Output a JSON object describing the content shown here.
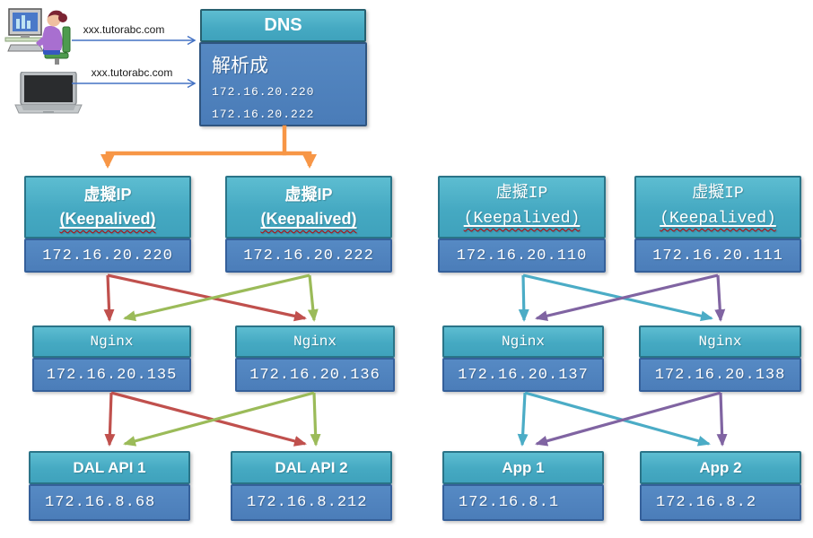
{
  "clients": {
    "desktop_request_label": "xxx.tutorabc.com",
    "laptop_request_label": "xxx.tutorabc.com"
  },
  "dns": {
    "title": "DNS",
    "resolve_label": "解析成",
    "resolved_ips": [
      "172.16.20.220",
      "172.16.20.222"
    ]
  },
  "nodes": {
    "vip_left_1": {
      "title": "虚擬IP",
      "subtitle": "(Keepalived)",
      "ip": "172.16.20.220"
    },
    "vip_left_2": {
      "title": "虚擬IP",
      "subtitle": "(Keepalived)",
      "ip": "172.16.20.222"
    },
    "vip_right_1": {
      "title": "虚擬IP",
      "subtitle": "(Keepalived)",
      "ip": "172.16.20.110"
    },
    "vip_right_2": {
      "title": "虚擬IP",
      "subtitle": "(Keepalived)",
      "ip": "172.16.20.111"
    },
    "nginx_1": {
      "title": "Nginx",
      "ip": "172.16.20.135"
    },
    "nginx_2": {
      "title": "Nginx",
      "ip": "172.16.20.136"
    },
    "nginx_3": {
      "title": "Nginx",
      "ip": "172.16.20.137"
    },
    "nginx_4": {
      "title": "Nginx",
      "ip": "172.16.20.138"
    },
    "dal_1": {
      "title": "DAL API 1",
      "ip": "172.16.8.68"
    },
    "dal_2": {
      "title": "DAL API 2",
      "ip": "172.16.8.212"
    },
    "app_1": {
      "title": "App 1",
      "ip": "172.16.8.1"
    },
    "app_2": {
      "title": "App 2",
      "ip": "172.16.8.2"
    }
  },
  "icons": {
    "desktop_user": "person-at-desktop-icon",
    "laptop": "laptop-icon"
  },
  "colors": {
    "box_header_teal": "#4bacc6",
    "box_body_blue": "#4f81bd",
    "arrow_orange": "#f79646",
    "arrow_red": "#c0504d",
    "arrow_green": "#9bbb59",
    "arrow_teal": "#4bacc6",
    "arrow_purple": "#8064a2",
    "arrow_blue": "#4472c4",
    "spellcheck_red": "#c00000"
  }
}
